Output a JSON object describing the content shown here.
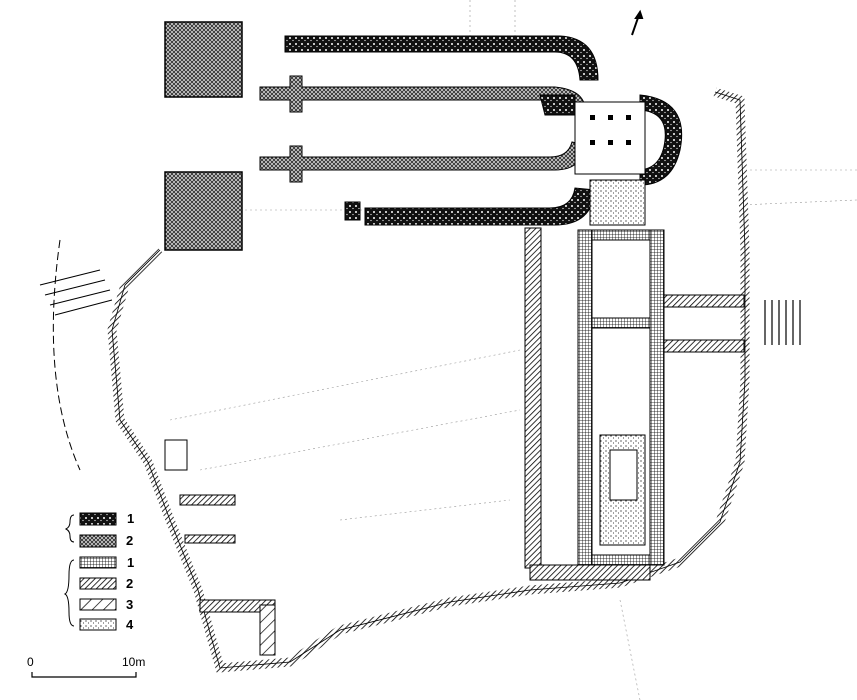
{
  "legend": {
    "group_a": [
      {
        "label": "1",
        "pattern": "dense-dark-stone"
      },
      {
        "label": "2",
        "pattern": "dark-crosshatch"
      }
    ],
    "group_b": [
      {
        "label": "1",
        "pattern": "grid"
      },
      {
        "label": "2",
        "pattern": "fine-hatch"
      },
      {
        "label": "3",
        "pattern": "wide-hatch"
      },
      {
        "label": "4",
        "pattern": "stipple"
      }
    ]
  },
  "scale_bar": {
    "start": "0",
    "end": "10m"
  },
  "colors": {
    "ink": "#000000",
    "paper": "#ffffff"
  }
}
